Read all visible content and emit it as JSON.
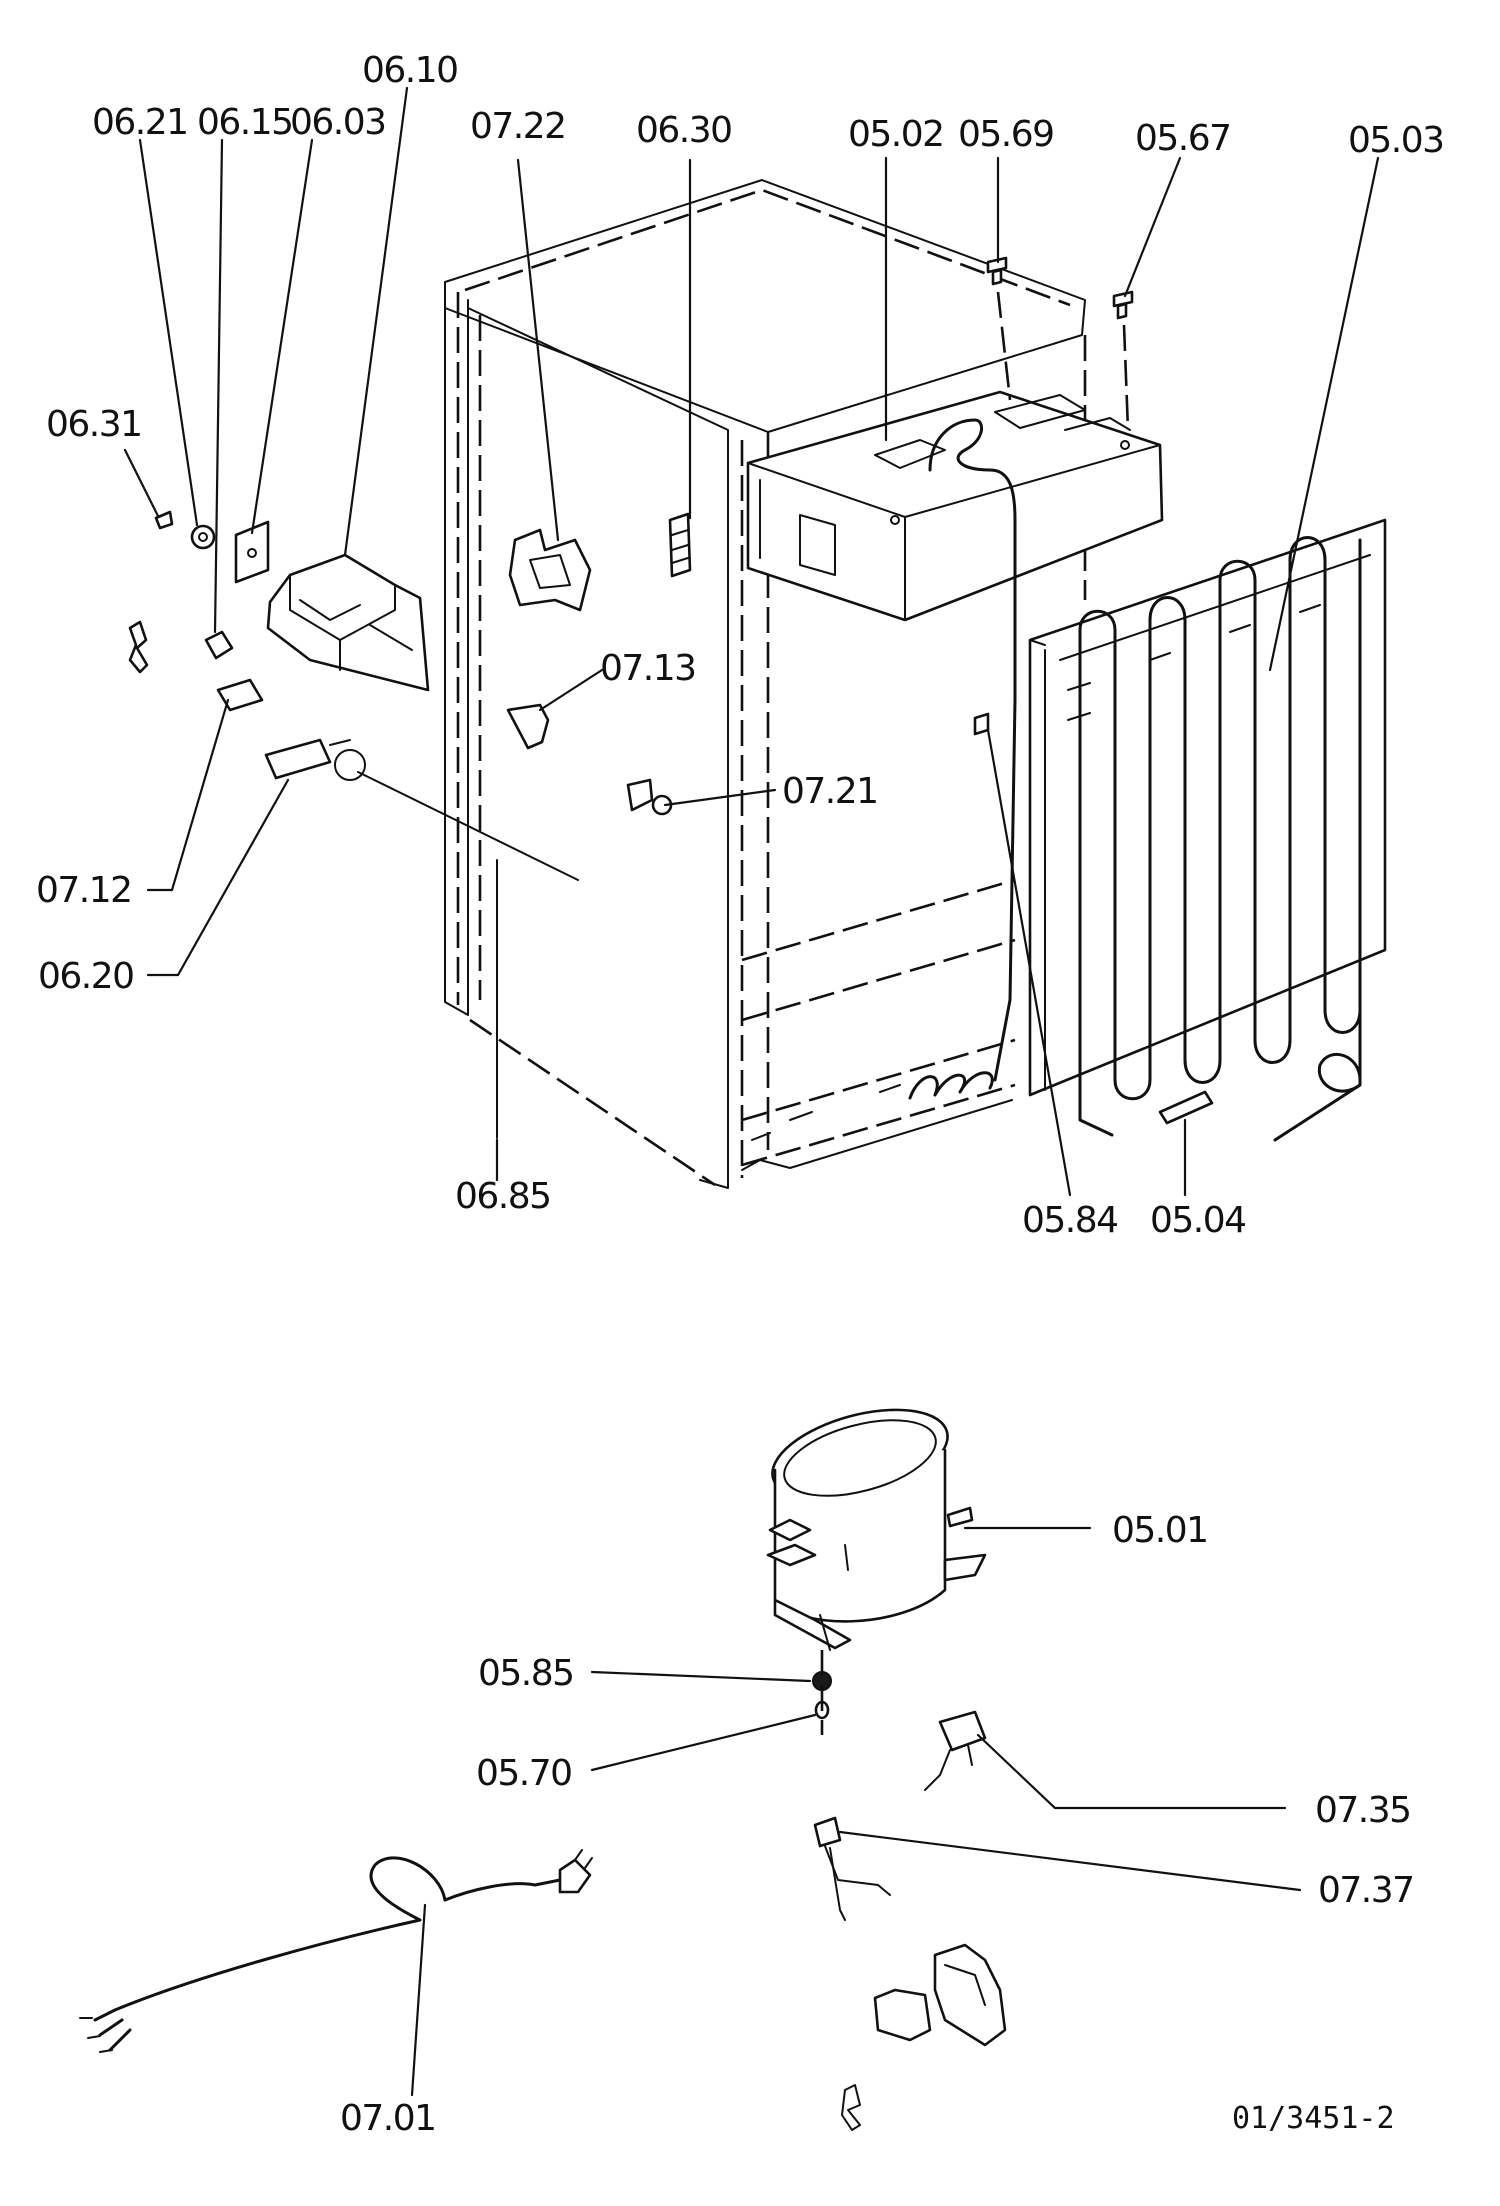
{
  "drawing_ref": "01/3451-2",
  "labels": {
    "p0621": "06.21",
    "p0615": "06.15",
    "p0603": "06.03",
    "p0610": "06.10",
    "p0722": "07.22",
    "p0630": "06.30",
    "p0502": "05.02",
    "p0569": "05.69",
    "p0567": "05.67",
    "p0503": "05.03",
    "p0631": "06.31",
    "p0713": "07.13",
    "p0721": "07.21",
    "p0712": "07.12",
    "p0620": "06.20",
    "p0685": "06.85",
    "p0584": "05.84",
    "p0504": "05.04",
    "p0501": "05.01",
    "p0585": "05.85",
    "p0570": "05.70",
    "p0735": "07.35",
    "p0737": "07.37",
    "p0701": "07.01"
  }
}
